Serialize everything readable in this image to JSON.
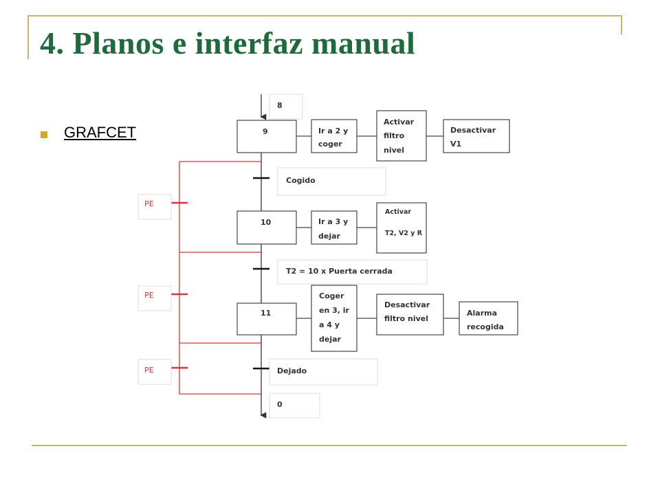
{
  "title": "4. Planos e interfaz manual",
  "bullet": "GRAFCET",
  "colors": {
    "title": "#1e6a3c",
    "bullet": "#d4a82a",
    "frame": "#c8b46a",
    "emergency": "#e03030"
  },
  "grafcet": {
    "initial_step": "8",
    "final_step": "0",
    "steps": [
      {
        "id": "9",
        "actions": [
          {
            "lines": [
              "Ir a 2 y",
              "coger"
            ]
          },
          {
            "lines": [
              "Activar",
              "filtro",
              "nivel"
            ]
          },
          {
            "lines": [
              "Desactivar",
              "V1"
            ]
          }
        ]
      },
      {
        "id": "10",
        "actions": [
          {
            "lines": [
              "Ir a 3 y",
              "dejar"
            ]
          },
          {
            "lines": [
              "Activar",
              "T2, V2 y R"
            ]
          }
        ]
      },
      {
        "id": "11",
        "actions": [
          {
            "lines": [
              "Coger",
              "en 3, ir",
              "a 4 y",
              "dejar"
            ]
          },
          {
            "lines": [
              "Desactivar",
              "filtro nivel"
            ]
          },
          {
            "lines": [
              "Alarma",
              "recogida"
            ]
          }
        ]
      }
    ],
    "transitions": [
      "Cogido",
      "T2 = 10 x Puerta cerrada",
      "Dejado"
    ],
    "emergency_label": "PE"
  }
}
